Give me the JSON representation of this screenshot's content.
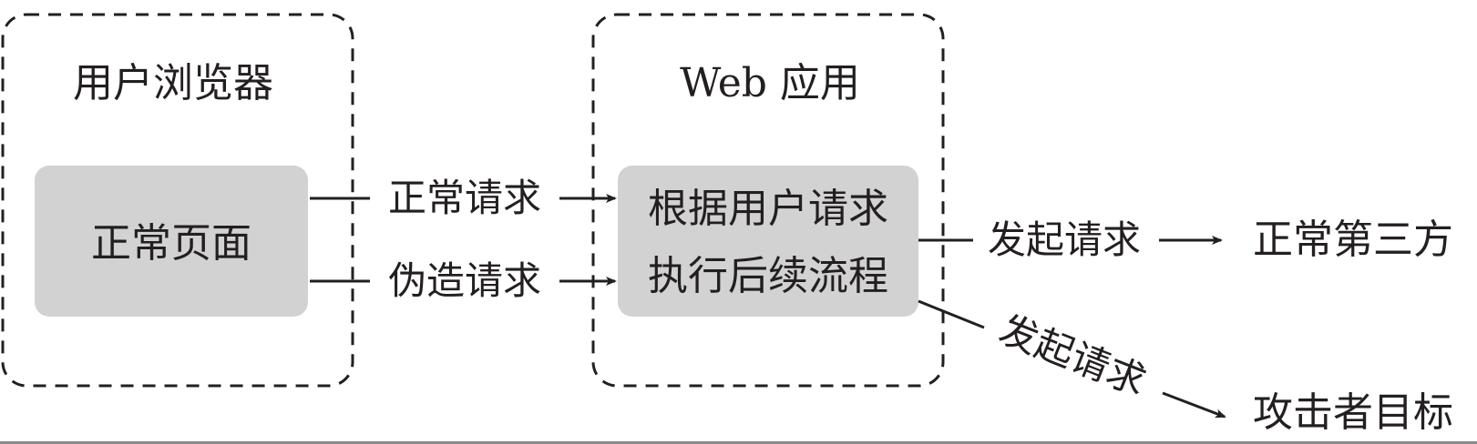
{
  "browser_group": {
    "title": "用户浏览器",
    "page_box": "正常页面"
  },
  "webapp_group": {
    "title": "Web 应用",
    "process_lines": [
      "根据用户请求",
      "执行后续流程"
    ]
  },
  "arrows": {
    "normal_request": "正常请求",
    "forged_request": "伪造请求",
    "issue_request_normal": "发起请求",
    "issue_request_attack": "发起请求"
  },
  "targets": {
    "normal_third_party": "正常第三方",
    "attacker_target": "攻击者目标"
  },
  "colors": {
    "box_fill": "#d2d2d2",
    "line": "#231f20",
    "text": "#231f20"
  }
}
